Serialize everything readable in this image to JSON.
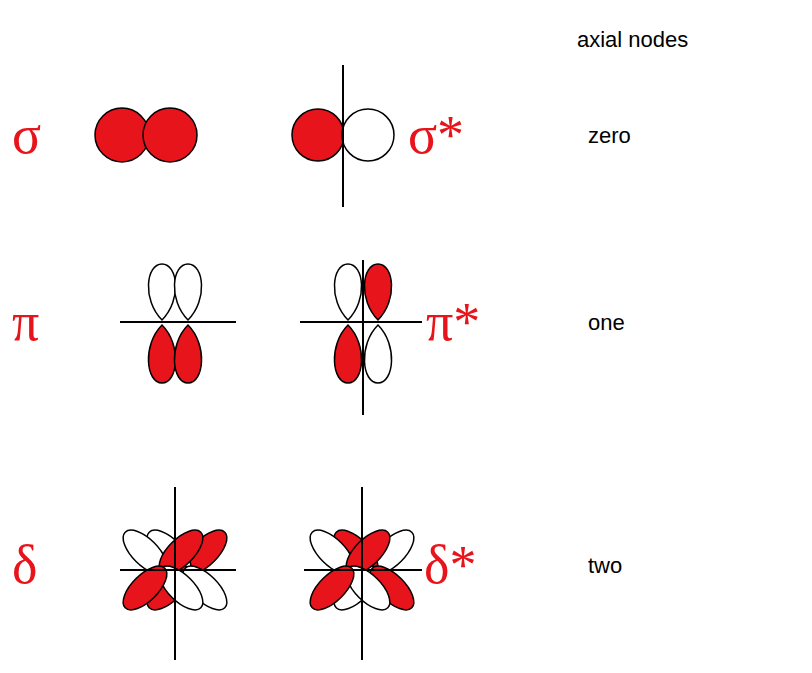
{
  "diagram": {
    "labels": [
      "axial nodes",
      "σ",
      "σ*",
      "zero",
      "π",
      "π*",
      "one",
      "δ",
      "δ*",
      "two"
    ]
  }
}
